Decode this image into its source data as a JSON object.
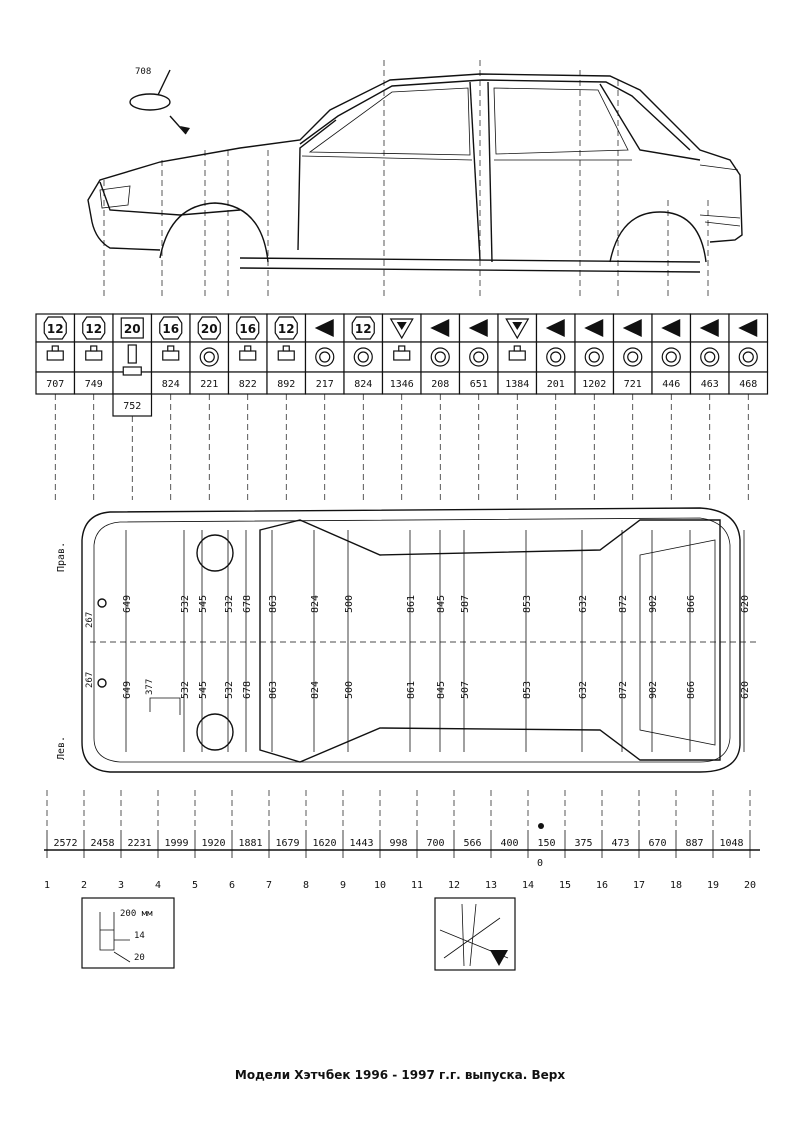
{
  "top_callout": "708",
  "side_labels": {
    "right": "Прав.",
    "left": "Лев."
  },
  "table": {
    "columns": [
      {
        "badge": "12",
        "badge_shape": "hex",
        "fixture": "pad",
        "value": "707"
      },
      {
        "badge": "12",
        "badge_shape": "hex",
        "fixture": "pad",
        "value": "749"
      },
      {
        "badge": "20",
        "badge_shape": "square",
        "fixture": "pin",
        "value": "",
        "extra": "752"
      },
      {
        "badge": "16",
        "badge_shape": "hex",
        "fixture": "pad",
        "value": "824"
      },
      {
        "badge": "20",
        "badge_shape": "hex",
        "fixture": "ring",
        "value": "221"
      },
      {
        "badge": "16",
        "badge_shape": "hex",
        "fixture": "pad",
        "value": "822"
      },
      {
        "badge": "12",
        "badge_shape": "hex",
        "fixture": "pad",
        "value": "892"
      },
      {
        "badge": "",
        "badge_shape": "cone-left",
        "fixture": "ring",
        "value": "217"
      },
      {
        "badge": "12",
        "badge_shape": "hex",
        "fixture": "ring",
        "value": "824"
      },
      {
        "badge": "",
        "badge_shape": "cone-down",
        "fixture": "pad",
        "value": "1346"
      },
      {
        "badge": "",
        "badge_shape": "cone-left",
        "fixture": "ring",
        "value": "208"
      },
      {
        "badge": "",
        "badge_shape": "cone-left",
        "fixture": "ring",
        "value": "651"
      },
      {
        "badge": "",
        "badge_shape": "cone-down",
        "fixture": "pad",
        "value": "1384"
      },
      {
        "badge": "",
        "badge_shape": "cone-left",
        "fixture": "ring",
        "value": "201"
      },
      {
        "badge": "",
        "badge_shape": "cone-left",
        "fixture": "ring",
        "value": "1202"
      },
      {
        "badge": "",
        "badge_shape": "cone-left",
        "fixture": "ring",
        "value": "721"
      },
      {
        "badge": "",
        "badge_shape": "cone-left",
        "fixture": "ring",
        "value": "446"
      },
      {
        "badge": "",
        "badge_shape": "cone-left",
        "fixture": "ring",
        "value": "463"
      },
      {
        "badge": "",
        "badge_shape": "cone-left",
        "fixture": "ring",
        "value": "468"
      }
    ]
  },
  "plan_dims_vertical": [
    {
      "upper": "649",
      "lower": "649"
    },
    {
      "upper": "532",
      "lower": "532"
    },
    {
      "upper": "545",
      "lower": "545"
    },
    {
      "upper": "532",
      "lower": "532"
    },
    {
      "upper": "678",
      "lower": "678"
    },
    {
      "upper": "863",
      "lower": "863"
    },
    {
      "upper": "824",
      "lower": "824"
    },
    {
      "upper": "500",
      "lower": "500"
    },
    {
      "upper": "861",
      "lower": "861"
    },
    {
      "upper": "845",
      "lower": "845"
    },
    {
      "upper": "587",
      "lower": "507"
    },
    {
      "upper": "853",
      "lower": "853"
    },
    {
      "upper": "632",
      "lower": "632"
    },
    {
      "upper": "872",
      "lower": "872"
    },
    {
      "upper": "902",
      "lower": "902"
    },
    {
      "upper": "866",
      "lower": "866"
    },
    {
      "upper": "620",
      "lower": "620"
    }
  ],
  "plan_dims_misc": {
    "front_upper": "267",
    "front_lower": "267",
    "inner": "377"
  },
  "longitudinal_dims": [
    "2572",
    "2458",
    "2231",
    "1999",
    "1920",
    "1881",
    "1679",
    "1620",
    "1443",
    "998",
    "700",
    "566",
    "400",
    "150",
    "375",
    "473",
    "670",
    "887",
    "1048"
  ],
  "datum_zero": "0",
  "point_numbers": [
    "1",
    "2",
    "3",
    "4",
    "5",
    "6",
    "7",
    "8",
    "9",
    "10",
    "11",
    "12",
    "13",
    "14",
    "15",
    "16",
    "17",
    "18",
    "19",
    "20"
  ],
  "inset_left": {
    "line1": "200 мм",
    "line2": "14",
    "line3": "20"
  },
  "caption": "Модели Хэтчбек 1996 - 1997 г.г. выпуска. Верх"
}
